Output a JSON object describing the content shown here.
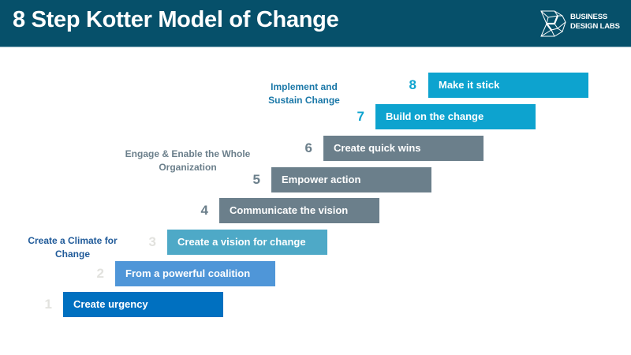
{
  "header": {
    "title": "8 Step Kotter Model of Change",
    "logo": {
      "icon": "geometric-network-logo-icon",
      "line1": "BUSINESS",
      "line2": "DESIGN LABS"
    }
  },
  "colors": {
    "header_bg": "#06506a",
    "step1": "#0070c0",
    "step2": "#4f96d8",
    "step3": "#4ea9c7",
    "steps_4_6": "#6b7f8b",
    "steps_7_8": "#0da3cf"
  },
  "phases": [
    {
      "label": "Create a Climate for Change",
      "line1": "Create a Climate for",
      "line2": "Change",
      "color": "#1f5a99"
    },
    {
      "label": "Engage & Enable the Whole Organization",
      "line1": "Engage & Enable the Whole",
      "line2": "Organization",
      "color": "#6b7f8b"
    },
    {
      "label": "Implement and Sustain Change",
      "line1": "Implement and",
      "line2": "Sustain Change",
      "color": "#1b78a8"
    }
  ],
  "steps": [
    {
      "number": "1",
      "label": "Create urgency",
      "color": "#0070c0",
      "num_color": "#e2e2de"
    },
    {
      "number": "2",
      "label": "From a powerful coalition",
      "color": "#4f96d8",
      "num_color": "#e2e2de"
    },
    {
      "number": "3",
      "label": "Create a vision for change",
      "color": "#4ea9c7",
      "num_color": "#e2e2de"
    },
    {
      "number": "4",
      "label": "Communicate the vision",
      "color": "#6b7f8b",
      "num_color": "#6b7f8b"
    },
    {
      "number": "5",
      "label": "Empower action",
      "color": "#6b7f8b",
      "num_color": "#6b7f8b"
    },
    {
      "number": "6",
      "label": "Create quick wins",
      "color": "#6b7f8b",
      "num_color": "#6b7f8b"
    },
    {
      "number": "7",
      "label": "Build on the change",
      "color": "#0da3cf",
      "num_color": "#0da3cf"
    },
    {
      "number": "8",
      "label": "Make it stick",
      "color": "#0da3cf",
      "num_color": "#0da3cf"
    }
  ]
}
